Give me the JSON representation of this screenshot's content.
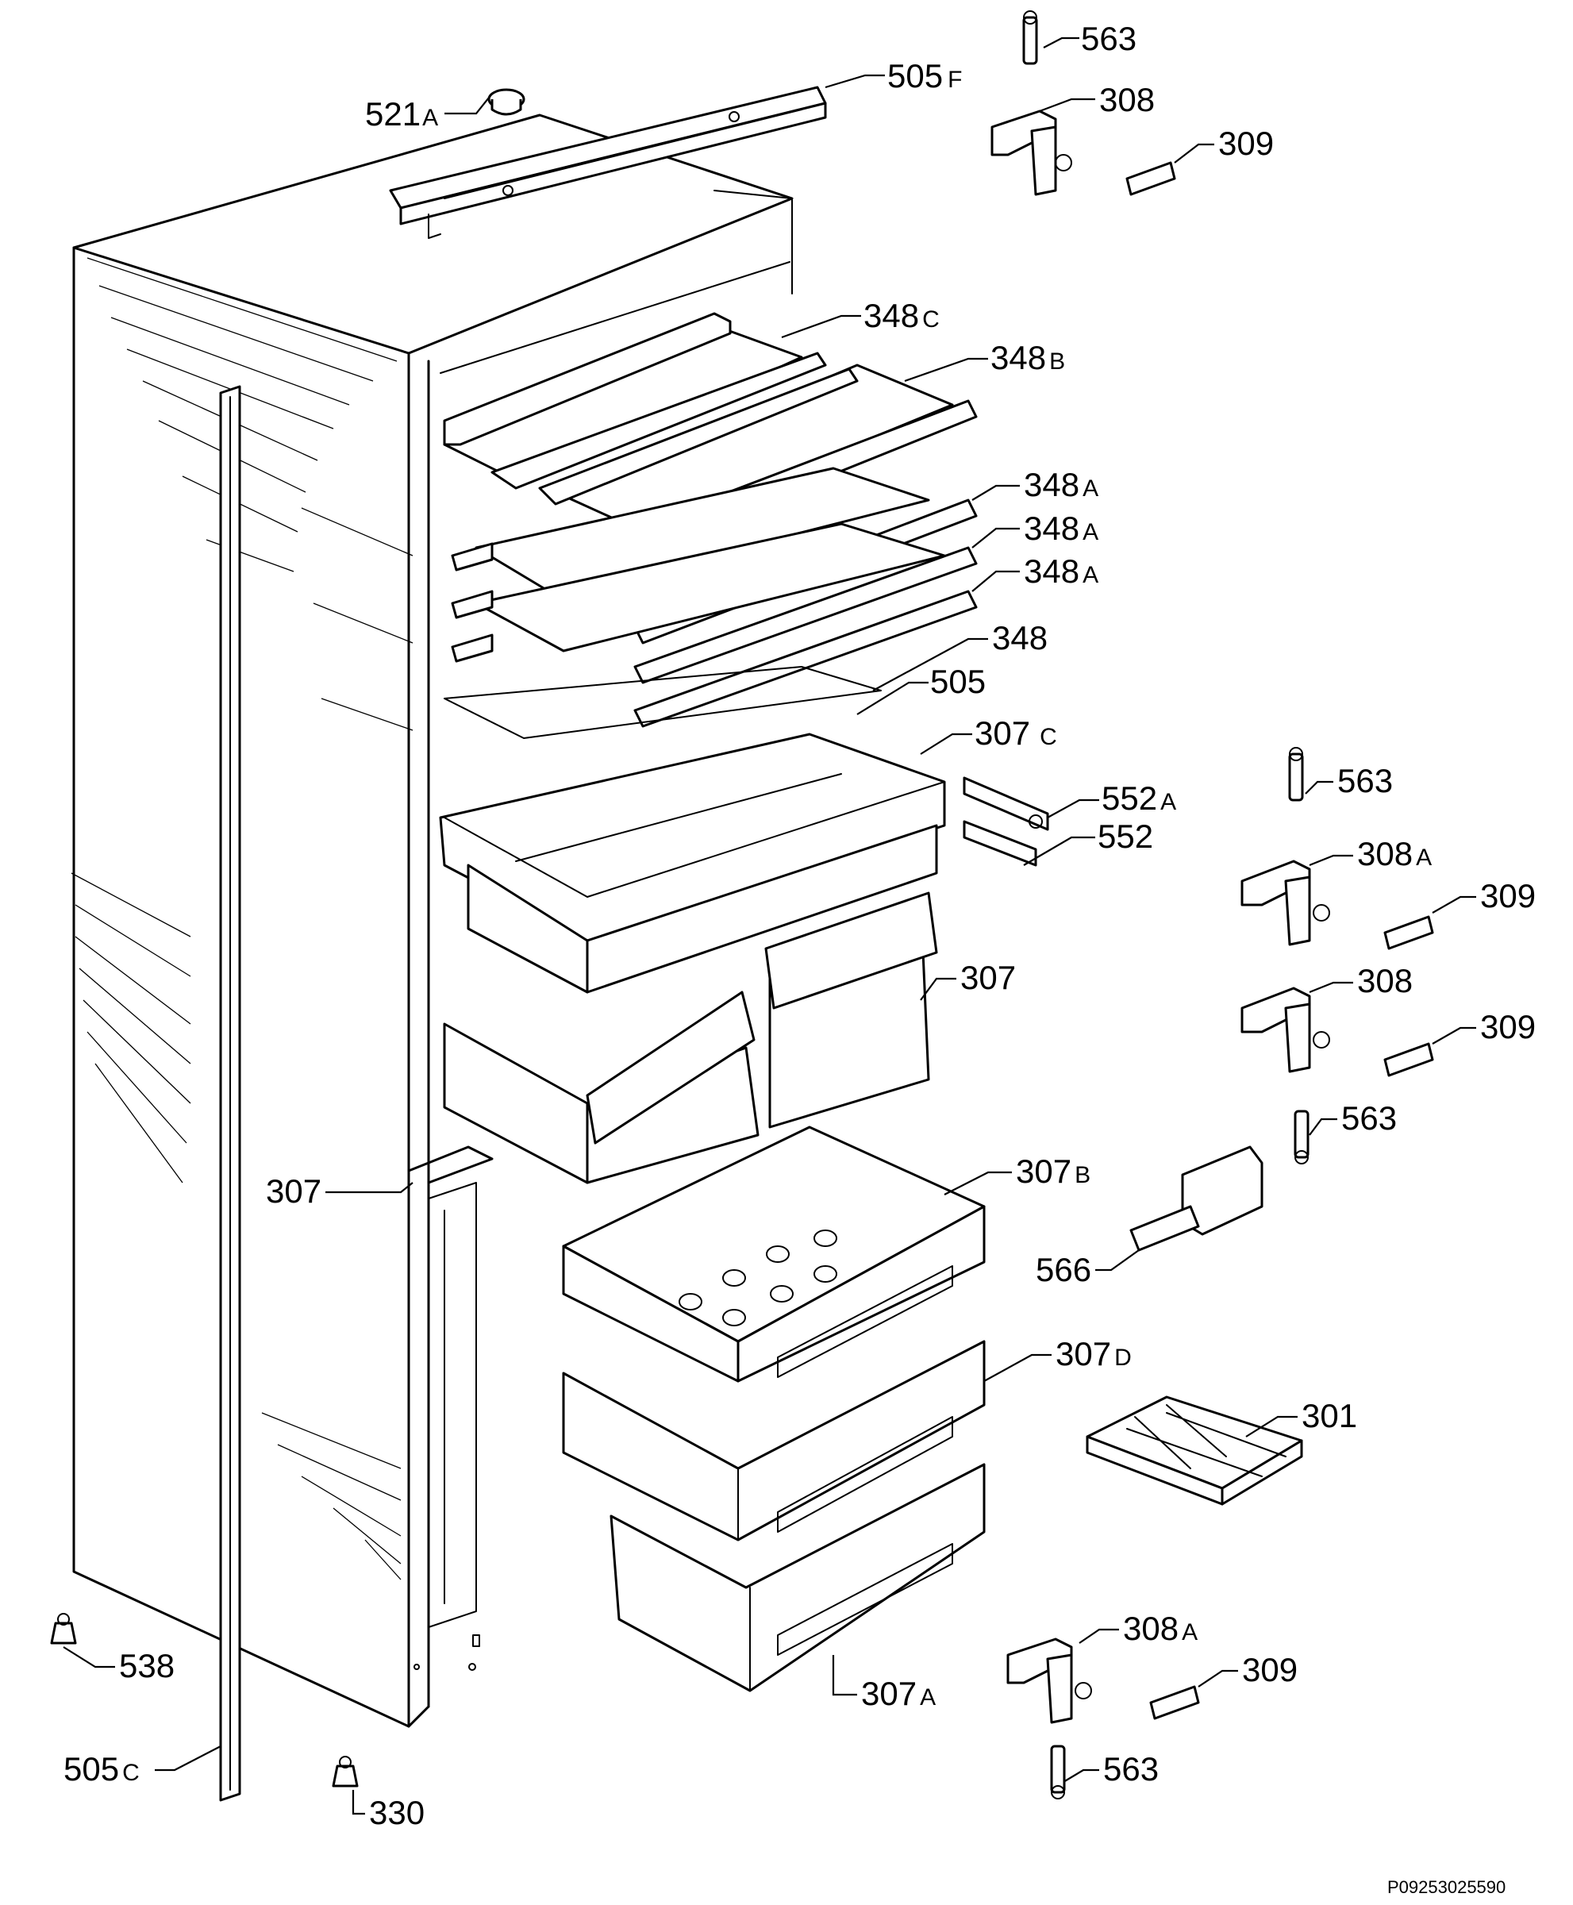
{
  "diagram": {
    "reference_code": "P09253025590",
    "labels": [
      {
        "id": "563-top",
        "number": "563",
        "suffix": ""
      },
      {
        "id": "505f",
        "number": "505",
        "suffix": "F"
      },
      {
        "id": "521a",
        "number": "521",
        "suffix": "A"
      },
      {
        "id": "308-top",
        "number": "308",
        "suffix": ""
      },
      {
        "id": "309-top",
        "number": "309",
        "suffix": ""
      },
      {
        "id": "348c",
        "number": "348",
        "suffix": "C"
      },
      {
        "id": "348b",
        "number": "348",
        "suffix": "B"
      },
      {
        "id": "348a-1",
        "number": "348",
        "suffix": "A"
      },
      {
        "id": "348a-2",
        "number": "348",
        "suffix": "A"
      },
      {
        "id": "348a-3",
        "number": "348",
        "suffix": "A"
      },
      {
        "id": "348",
        "number": "348",
        "suffix": ""
      },
      {
        "id": "505",
        "number": "505",
        "suffix": ""
      },
      {
        "id": "307c",
        "number": "307",
        "suffix": "C"
      },
      {
        "id": "563-mid",
        "number": "563",
        "suffix": ""
      },
      {
        "id": "552a",
        "number": "552",
        "suffix": "A"
      },
      {
        "id": "552",
        "number": "552",
        "suffix": ""
      },
      {
        "id": "308a-mid",
        "number": "308",
        "suffix": "A"
      },
      {
        "id": "309-mid1",
        "number": "309",
        "suffix": ""
      },
      {
        "id": "307-right",
        "number": "307",
        "suffix": ""
      },
      {
        "id": "308-mid",
        "number": "308",
        "suffix": ""
      },
      {
        "id": "309-mid2",
        "number": "309",
        "suffix": ""
      },
      {
        "id": "563-low",
        "number": "563",
        "suffix": ""
      },
      {
        "id": "307-left",
        "number": "307",
        "suffix": ""
      },
      {
        "id": "307b",
        "number": "307",
        "suffix": "B"
      },
      {
        "id": "566",
        "number": "566",
        "suffix": ""
      },
      {
        "id": "307d",
        "number": "307",
        "suffix": "D"
      },
      {
        "id": "301",
        "number": "301",
        "suffix": ""
      },
      {
        "id": "538",
        "number": "538",
        "suffix": ""
      },
      {
        "id": "308a-bottom",
        "number": "308",
        "suffix": "A"
      },
      {
        "id": "309-bottom",
        "number": "309",
        "suffix": ""
      },
      {
        "id": "307a",
        "number": "307",
        "suffix": "A"
      },
      {
        "id": "505c",
        "number": "505",
        "suffix": "C"
      },
      {
        "id": "563-bottom",
        "number": "563",
        "suffix": ""
      },
      {
        "id": "330",
        "number": "330",
        "suffix": ""
      }
    ]
  }
}
